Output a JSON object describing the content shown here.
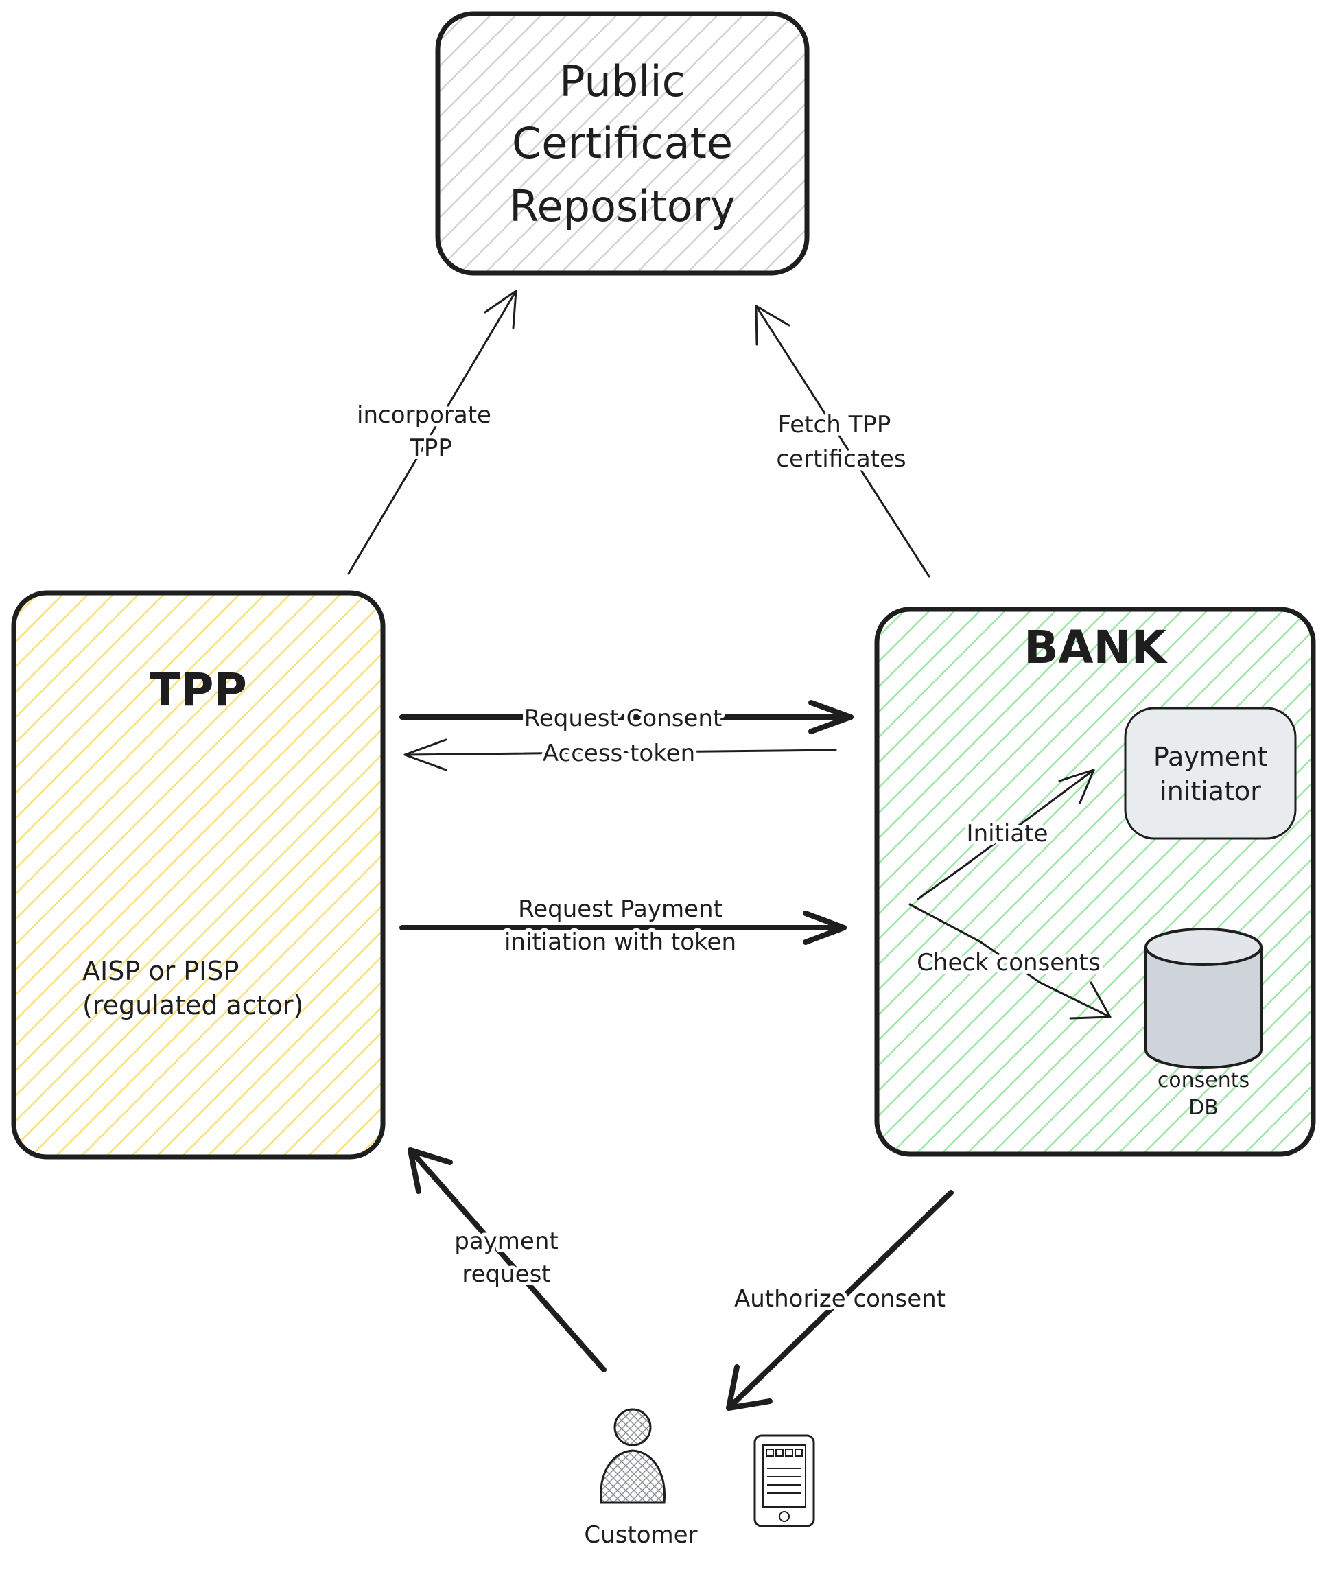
{
  "nodes": {
    "repository": {
      "label_lines": [
        "Public",
        "Certificate",
        "Repository"
      ],
      "fill": "#dee2e6"
    },
    "tpp": {
      "title": "TPP",
      "subtitle_lines": [
        "AISP or PISP",
        "(regulated actor)"
      ],
      "fill": "#ffec99"
    },
    "bank": {
      "title": "BANK",
      "fill": "#b2f2bb"
    },
    "payment_initiator": {
      "label_lines": [
        "Payment",
        "initiator"
      ],
      "fill": "#e9ecef"
    },
    "consents_db": {
      "label_lines": [
        "consents",
        "DB"
      ],
      "fill": "#ced4da"
    },
    "customer": {
      "label": "Customer"
    }
  },
  "edges": {
    "incorporate": {
      "label_lines": [
        "incorporate",
        "TPP"
      ]
    },
    "fetch": {
      "label_lines": [
        "Fetch TPP",
        "certificates"
      ]
    },
    "request_consent": {
      "label": "Request Consent"
    },
    "access_token": {
      "label": "Access token"
    },
    "request_payment": {
      "label_lines": [
        "Request Payment",
        "initiation with token"
      ]
    },
    "initiate": {
      "label": "Initiate"
    },
    "check_consents": {
      "label": "Check consents"
    },
    "payment_request": {
      "label_lines": [
        "payment",
        "request"
      ]
    },
    "authorize_consent": {
      "label": "Authorize consent"
    }
  },
  "colors": {
    "stroke": "#1e1e1e",
    "text": "#1e1e1e",
    "background": "#ffffff"
  }
}
